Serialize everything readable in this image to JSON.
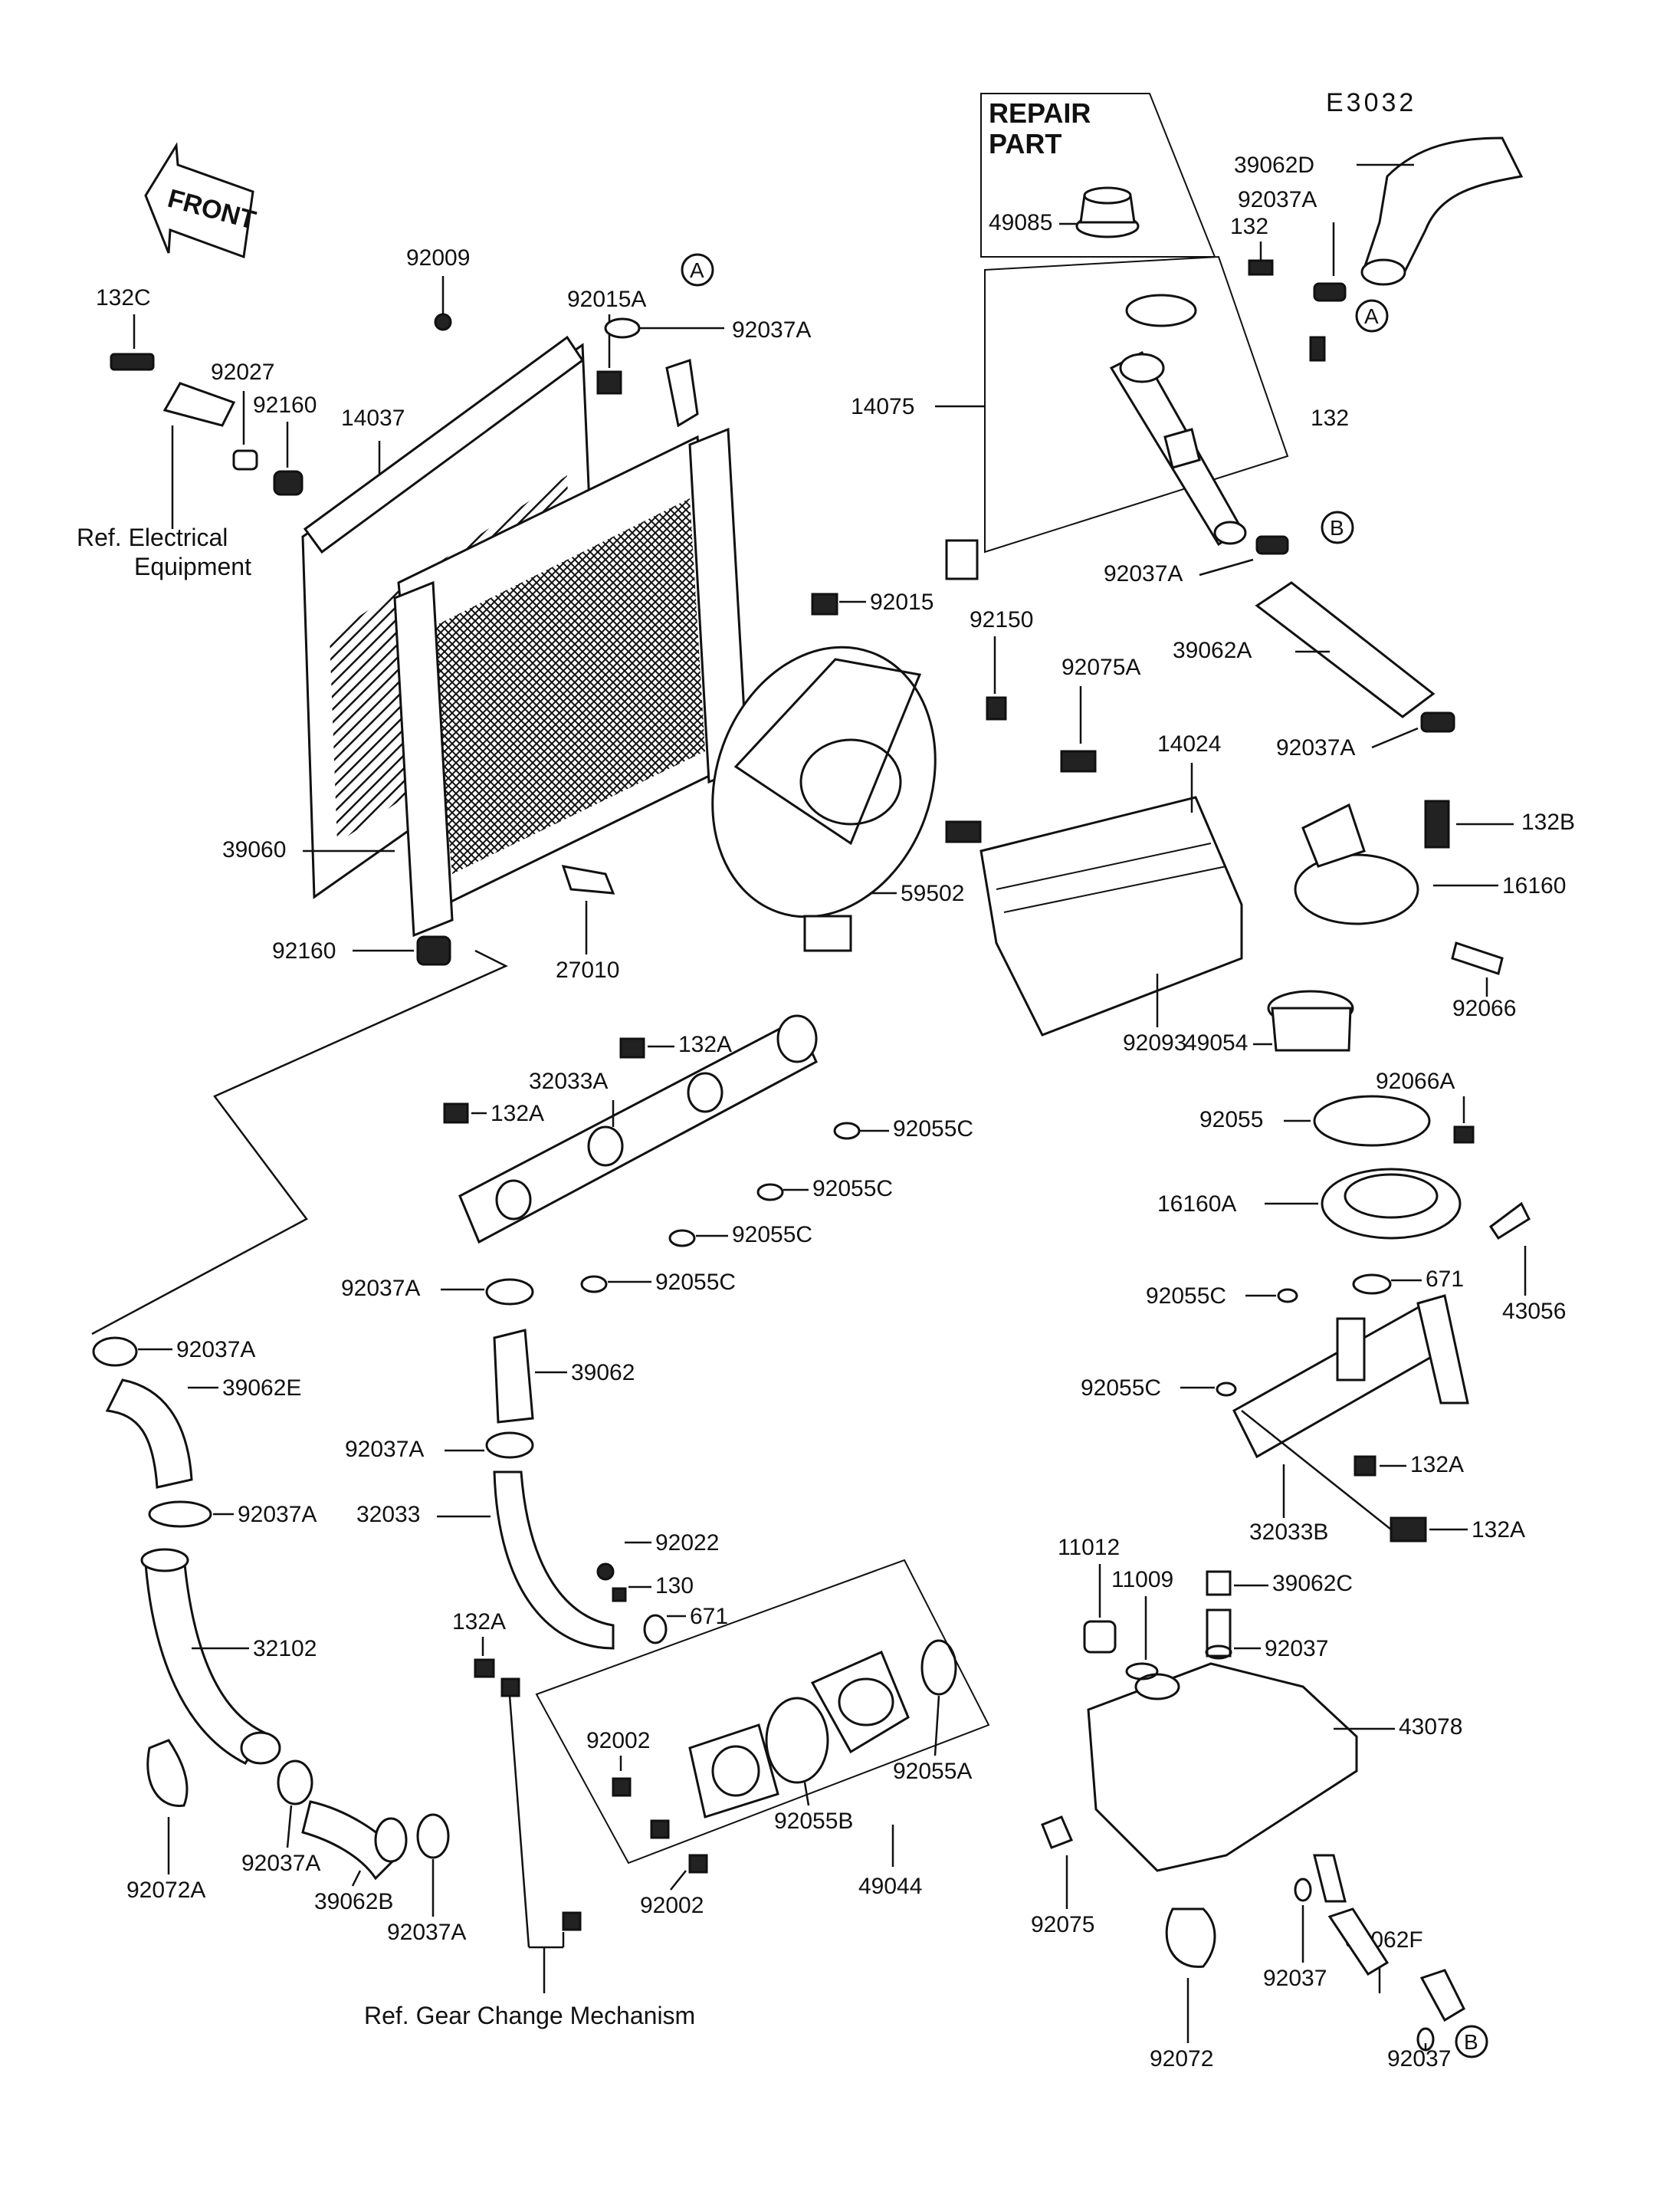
{
  "drawing_code": "E3032",
  "front_arrow": "FRONT",
  "repair_part_box": {
    "title_line1": "REPAIR",
    "title_line2": "PART",
    "part": "49085"
  },
  "references": {
    "electrical_line1": "Ref. Electrical",
    "electrical_line2": "Equipment",
    "gear_change": "Ref. Gear Change Mechanism"
  },
  "ref_marks": {
    "A": "A",
    "B": "B"
  },
  "labels": {
    "p132C": "132C",
    "p92027": "92027",
    "p14037": "14037",
    "p92160_top": "92160",
    "p92009": "92009",
    "p92015A": "92015A",
    "p92037A_top": "92037A",
    "p39062D": "39062D",
    "p92037A_hoseD": "92037A",
    "p132_a": "132",
    "p132_b": "132",
    "p14075": "14075",
    "p92015": "92015",
    "p92150": "92150",
    "p92037A_r1": "92037A",
    "p39062A": "39062A",
    "p92075A": "92075A",
    "p14024": "14024",
    "p92037A_r2": "92037A",
    "p132B": "132B",
    "p16160": "16160",
    "p39060": "39060",
    "p59502": "59502",
    "p92066": "92066",
    "p92160_bot": "92160",
    "p27010": "27010",
    "p92093": "92093",
    "p49054": "49054",
    "p92066A": "92066A",
    "p132A_1": "132A",
    "p32033A": "32033A",
    "p132A_2": "132A",
    "p92055C_1": "92055C",
    "p92055C_2": "92055C",
    "p92055C_3": "92055C",
    "p92055C_4": "92055C",
    "p92055": "92055",
    "p16160A": "16160A",
    "p92037A_l1": "92037A",
    "p92055C_5": "92055C",
    "p671_r": "671",
    "p43056": "43056",
    "p92037A_l2": "92037A",
    "p39062": "39062",
    "p92055C_6": "92055C",
    "p39062E": "39062E",
    "p92037A_l3": "92037A",
    "p132A_3": "132A",
    "p92037A_l4": "92037A",
    "p32033": "32033",
    "p32033B": "32033B",
    "p132A_4": "132A",
    "p92022": "92022",
    "p130": "130",
    "p11012": "11012",
    "p11009": "11009",
    "p39062C": "39062C",
    "p32102": "32102",
    "p132A_5": "132A",
    "p671_c": "671",
    "p92037_1": "92037",
    "p92002_1": "92002",
    "p92055A": "92055A",
    "p43078": "43078",
    "p92055B": "92055B",
    "p92072A": "92072A",
    "p92037A_b1": "92037A",
    "p39062B": "39062B",
    "p92037A_b2": "92037A",
    "p92002_2": "92002",
    "p49044": "49044",
    "p92075": "92075",
    "p39062F": "39062F",
    "p92037_2": "92037",
    "p92037_3": "92037",
    "p92072": "92072"
  }
}
